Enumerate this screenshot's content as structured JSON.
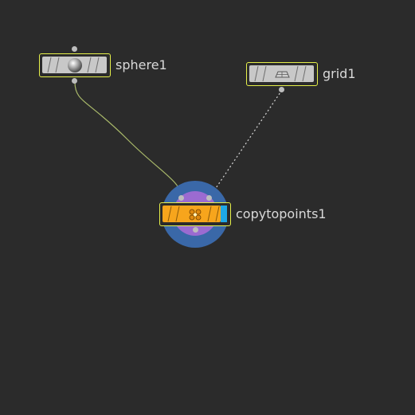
{
  "network": {
    "nodes": [
      {
        "label": "sphere1",
        "icon": "sphere-icon",
        "color": "#c8c8c8",
        "outline": "#e6f04a"
      },
      {
        "label": "grid1",
        "icon": "grid-icon",
        "color": "#c8c8c8",
        "outline": "#e6f04a"
      },
      {
        "label": "copytopoints1",
        "icon": "copy-to-points-icon",
        "color": "#f7a51c",
        "outline": "#e6f04a",
        "display_flag_color": "#1fa8e6",
        "halo_outer": "#3a68a8",
        "halo_inner": "#9b6bd1"
      }
    ],
    "wires": [
      {
        "from": "sphere1",
        "to": "copytopoints1",
        "style": "solid",
        "color": "#a9b96a"
      },
      {
        "from": "grid1",
        "to": "copytopoints1",
        "style": "dotted",
        "color": "#d8d8d8"
      }
    ]
  }
}
